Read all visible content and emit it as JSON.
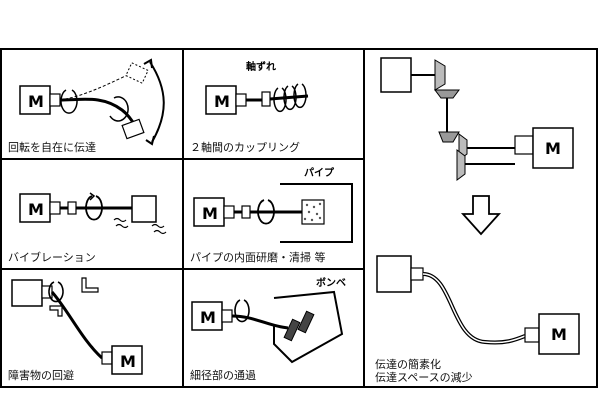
{
  "motor_label": "M",
  "panels": {
    "rotation": {
      "caption": "回転を自在に伝達"
    },
    "coupling": {
      "caption": "２軸間のカップリング",
      "tag": "軸ずれ"
    },
    "vibration": {
      "caption": "バイブレーション"
    },
    "pipe": {
      "caption": "パイプの内面研磨・清掃 等",
      "tag": "パイプ"
    },
    "obstacle": {
      "caption": "障害物の回避"
    },
    "cylinder": {
      "caption": "細径部の通過",
      "tag": "ボンベ"
    },
    "simplify": {
      "caption_line1": "伝達の簡素化",
      "caption_line2": "伝達スペースの減少"
    }
  },
  "colors": {
    "line": "#000000",
    "background": "#ffffff",
    "dots": "#555555"
  }
}
